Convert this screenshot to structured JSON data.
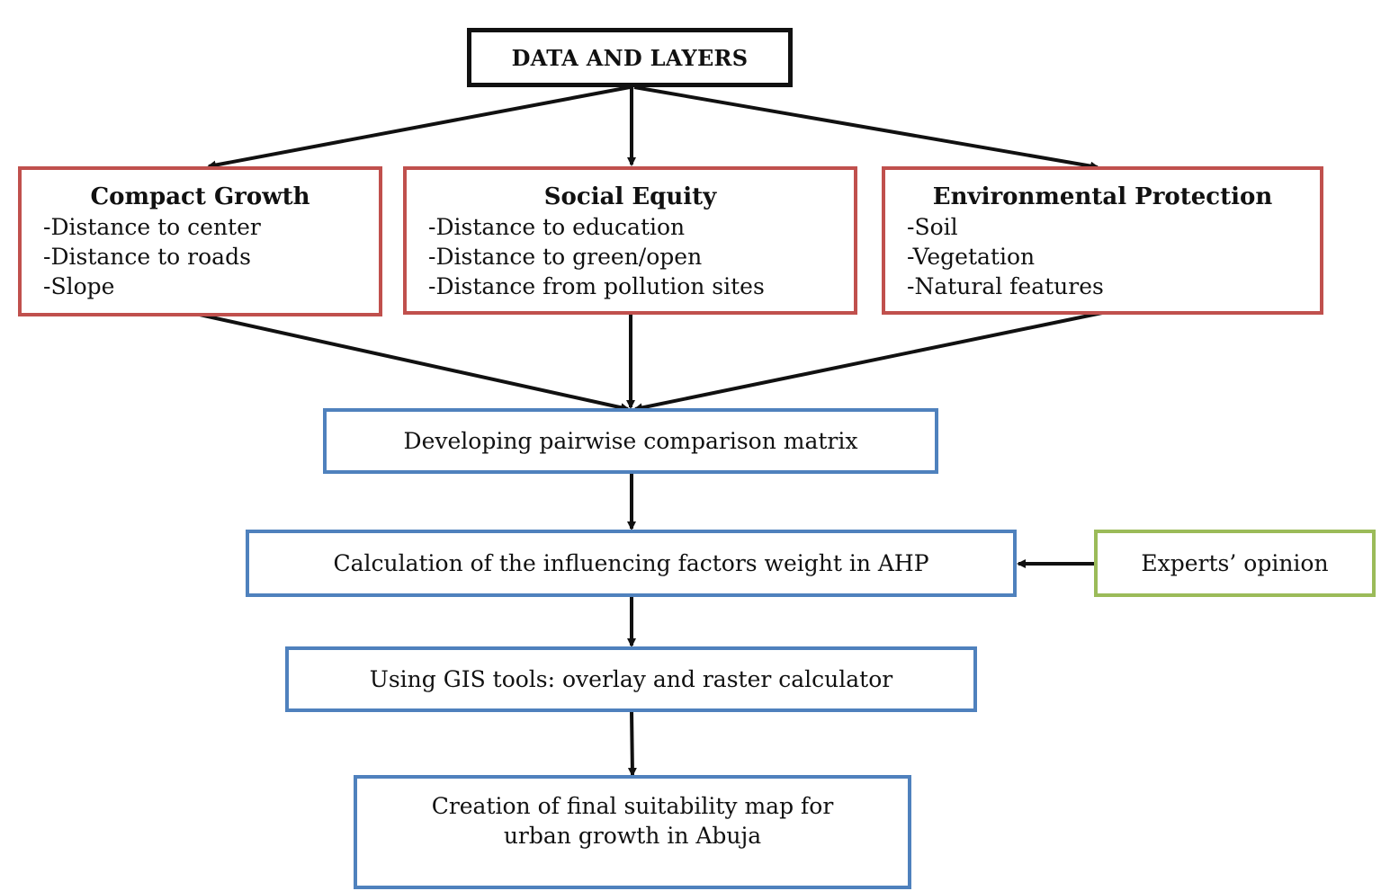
{
  "top": {
    "label": "DATA AND LAYERS"
  },
  "categories": [
    {
      "title": "Compact Growth",
      "items": [
        "-Distance to center",
        "-Distance to roads",
        "-Slope"
      ]
    },
    {
      "title": "Social Equity",
      "items": [
        "-Distance to education",
        "-Distance to green/open",
        "-Distance from pollution sites"
      ]
    },
    {
      "title": "Environmental Protection",
      "items": [
        "-Soil",
        "-Vegetation",
        "-Natural features"
      ]
    }
  ],
  "steps": {
    "pairwise": "Developing pairwise comparison matrix",
    "ahp": "Calculation of the influencing factors weight in AHP",
    "gis": "Using GIS tools: overlay and raster calculator",
    "final": "Creation of final suitability map for urban growth in Abuja"
  },
  "experts": {
    "label": "Experts’ opinion"
  },
  "colors": {
    "top_border": "#111111",
    "category_border": "#c0504d",
    "step_border": "#4f81bd",
    "experts_border": "#9bbb59"
  }
}
